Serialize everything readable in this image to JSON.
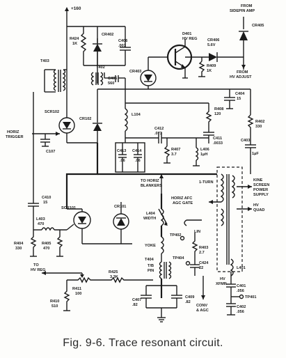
{
  "caption": "Fig. 9-6. Trace resonant circuit.",
  "supply": "+160",
  "components": {
    "r424": [
      "R424",
      "1K"
    ],
    "cr402": [
      "CR402"
    ],
    "c406": [
      "C406",
      ".001"
    ],
    "d401": [
      "D401",
      "HV REG"
    ],
    "cr406": [
      "CR406",
      "5.6V"
    ],
    "cr405": [
      "CR405"
    ],
    "r409": [
      "R409",
      "1K"
    ],
    "t403": [
      "T403"
    ],
    "t402": [
      "T402"
    ],
    "c405": [
      "C405",
      "560"
    ],
    "cr403": [
      "CR403"
    ],
    "c404": [
      "C404",
      "15"
    ],
    "scr102": [
      "SCR102"
    ],
    "cr102": [
      "CR102"
    ],
    "l104": [
      "L104"
    ],
    "r408": [
      "R408",
      "120"
    ],
    "r402": [
      "R402",
      "330"
    ],
    "c412": [
      "C412",
      ".073"
    ],
    "c411": [
      "C411",
      ".0033"
    ],
    "c107": [
      "C107"
    ],
    "c413": [
      "C413",
      ".06"
    ],
    "c414": [
      "C414",
      ".06"
    ],
    "r407": [
      "R407",
      "3.7"
    ],
    "l406": [
      "L406",
      "1µH"
    ],
    "c403": [
      "C403",
      "1µF"
    ],
    "c410": [
      "C410",
      "15"
    ],
    "l403": [
      "L403",
      "470"
    ],
    "r404": [
      "R404",
      "330"
    ],
    "r405": [
      "R405",
      "470"
    ],
    "scr101": [
      "SCR101"
    ],
    "cr101": [
      "CR101"
    ],
    "l404": [
      "L404",
      "WIDTH"
    ],
    "yoke": [
      "YOKE"
    ],
    "t404": [
      "T404",
      "T/B",
      "PIN"
    ],
    "lin": [
      "LIN"
    ],
    "tp402": [
      "TP402"
    ],
    "r403": [
      "R403",
      "2.7"
    ],
    "tp404": [
      "TP404"
    ],
    "c424": [
      "C424",
      "22"
    ],
    "r425": [
      "R425",
      "3.3K"
    ],
    "r411": [
      "R411",
      "100"
    ],
    "r410": [
      "R410",
      "510"
    ],
    "c407": [
      "C407",
      ".82"
    ],
    "c409": [
      "C409",
      ".82"
    ],
    "l401": [
      "L401"
    ],
    "c401": [
      "C401",
      ".056"
    ],
    "tp401": [
      "TP401"
    ],
    "c402": [
      "C402",
      ".056"
    ],
    "hv_xfmr": [
      "HV",
      "XFMR"
    ]
  },
  "signals": {
    "from_sidepin_amp": [
      "FROM",
      "SIDEPIN AMP"
    ],
    "from_hv_adjust": [
      "FROM",
      "HV ADJUST"
    ],
    "horiz_trigger": [
      "HORIZ",
      "TRIGGER"
    ],
    "to_horiz_blankers": [
      "TO HORIZ",
      "BLANKERS"
    ],
    "horiz_afc": [
      "HORIZ AFC",
      "AGC GATE"
    ],
    "one_turn": [
      "1-TURN"
    ],
    "kine_screen": [
      "KINE",
      "SCREEN",
      "POWER",
      "SUPPLY"
    ],
    "hv_quad": [
      "HV",
      "QUAD"
    ],
    "to_hv_reg": [
      "TO",
      "HV REG"
    ],
    "conv_agc": [
      "CONV",
      "& AGC"
    ]
  }
}
